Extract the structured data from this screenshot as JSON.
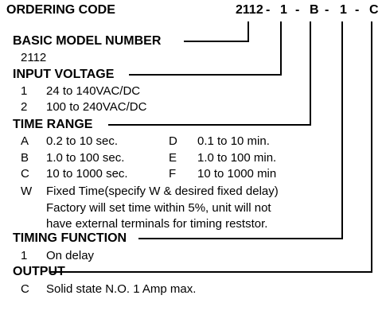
{
  "title": "ORDERING CODE",
  "code_parts": [
    "2112",
    "-",
    "1",
    "-",
    "B",
    "-",
    "1",
    "-",
    "C"
  ],
  "sections": {
    "basic_model": {
      "heading": "BASIC MODEL NUMBER",
      "value": "2112"
    },
    "input_voltage": {
      "heading": "INPUT VOLTAGE",
      "options": [
        {
          "code": "1",
          "text": "24 to 140VAC/DC"
        },
        {
          "code": "2",
          "text": "100 to 240VAC/DC"
        }
      ]
    },
    "time_range": {
      "heading": "TIME RANGE",
      "rows": [
        {
          "code_left": "A",
          "text_left": "0.2 to 10 sec.",
          "code_right": "D",
          "text_right": "0.1 to 10 min."
        },
        {
          "code_left": "B",
          "text_left": "1.0 to 100 sec.",
          "code_right": "E",
          "text_right": "1.0 to 100 min."
        },
        {
          "code_left": "C",
          "text_left": "10 to 1000 sec.",
          "code_right": "F",
          "text_right": "10 to 1000 min"
        }
      ],
      "fixed": {
        "code": "W",
        "lines": [
          "Fixed Time(specify W & desired fixed delay)",
          "Factory will set time within 5%, unit will not",
          "have external terminals for timing reststor."
        ]
      }
    },
    "timing_function": {
      "heading": "TIMING FUNCTION",
      "options": [
        {
          "code": "1",
          "text": "On delay"
        }
      ]
    },
    "output": {
      "heading": "OUTPUT",
      "options": [
        {
          "code": "C",
          "text": "Solid state N.O. 1 Amp max."
        }
      ]
    }
  }
}
